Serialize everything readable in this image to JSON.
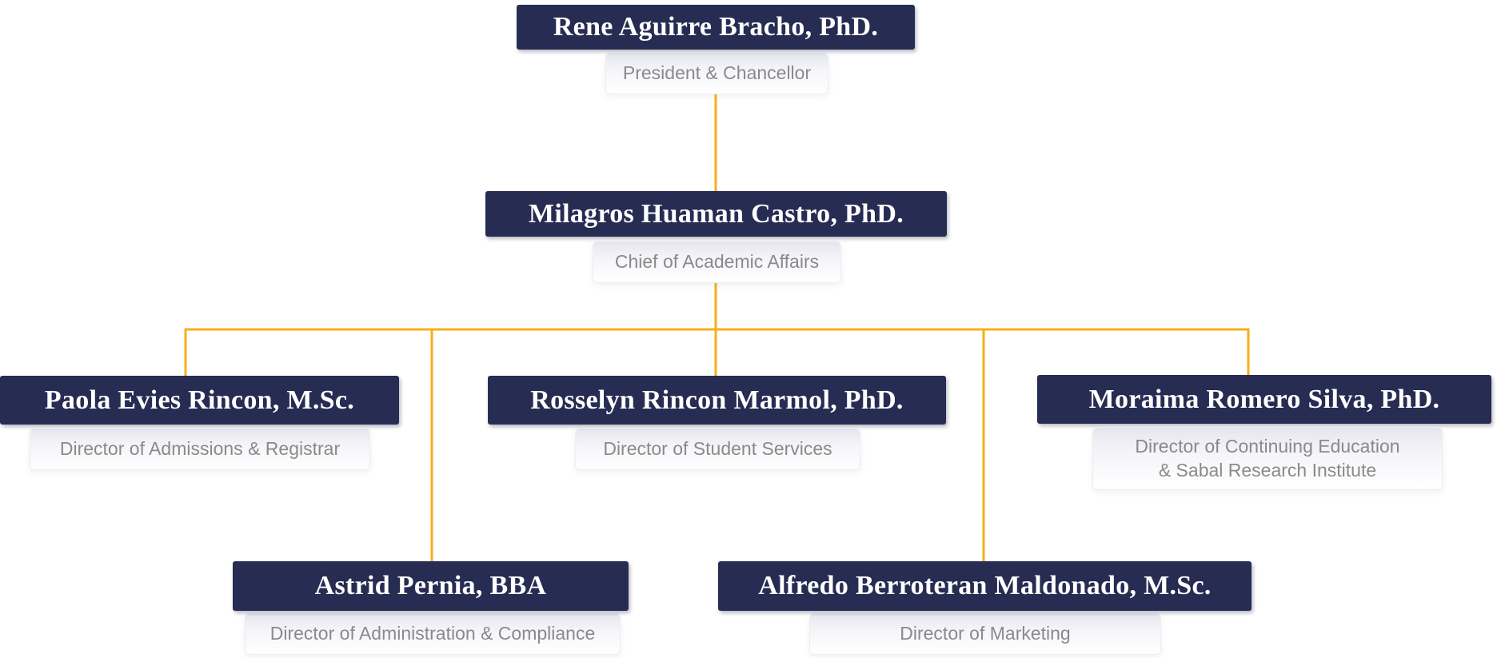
{
  "org_chart": {
    "title": "University organization chart",
    "colors": {
      "node_fill": "#262C52",
      "node_text": "#FFFFFF",
      "connector": "#F8AE1A",
      "role_text": "#8A8A8A"
    },
    "nodes": [
      {
        "id": "president",
        "name": "Rene Aguirre Bracho, PhD.",
        "role": "President & Chancellor",
        "reports_to": null
      },
      {
        "id": "academic-affairs",
        "name": "Milagros Huaman Castro, PhD.",
        "role": "Chief of Academic Affairs",
        "reports_to": "president"
      },
      {
        "id": "admissions-registrar",
        "name": "Paola Evies Rincon, M.Sc.",
        "role": "Director of Admissions & Registrar",
        "reports_to": "academic-affairs"
      },
      {
        "id": "student-services",
        "name": "Rosselyn Rincon Marmol, PhD.",
        "role": "Director of Student Services",
        "reports_to": "academic-affairs"
      },
      {
        "id": "continuing-education",
        "name": "Moraima Romero Silva, PhD.",
        "role": "Director of Continuing Education\n& Sabal Research Institute",
        "reports_to": "academic-affairs"
      },
      {
        "id": "administration-compliance",
        "name": "Astrid Pernia, BBA",
        "role": "Director of Administration & Compliance",
        "reports_to": "academic-affairs"
      },
      {
        "id": "marketing",
        "name": "Alfredo Berroteran Maldonado, M.Sc.",
        "role": "Director of Marketing",
        "reports_to": "academic-affairs"
      }
    ]
  }
}
